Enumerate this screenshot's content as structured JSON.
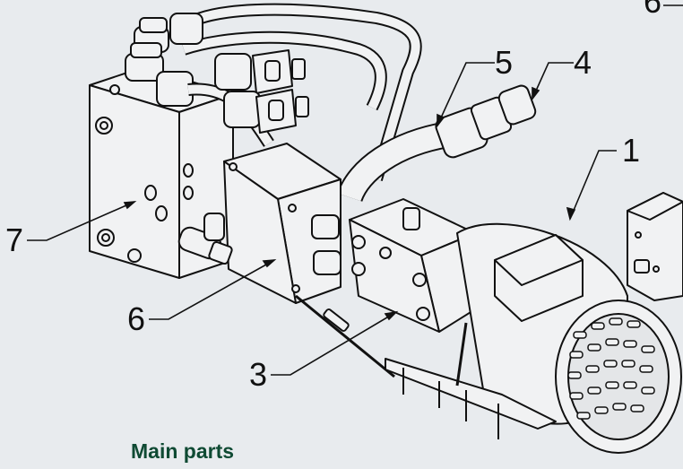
{
  "caption": "Main parts",
  "callouts": {
    "c1": "1",
    "c3": "3",
    "c4": "4",
    "c5": "5",
    "c6": "6",
    "c6_top": "6",
    "c7": "7"
  }
}
